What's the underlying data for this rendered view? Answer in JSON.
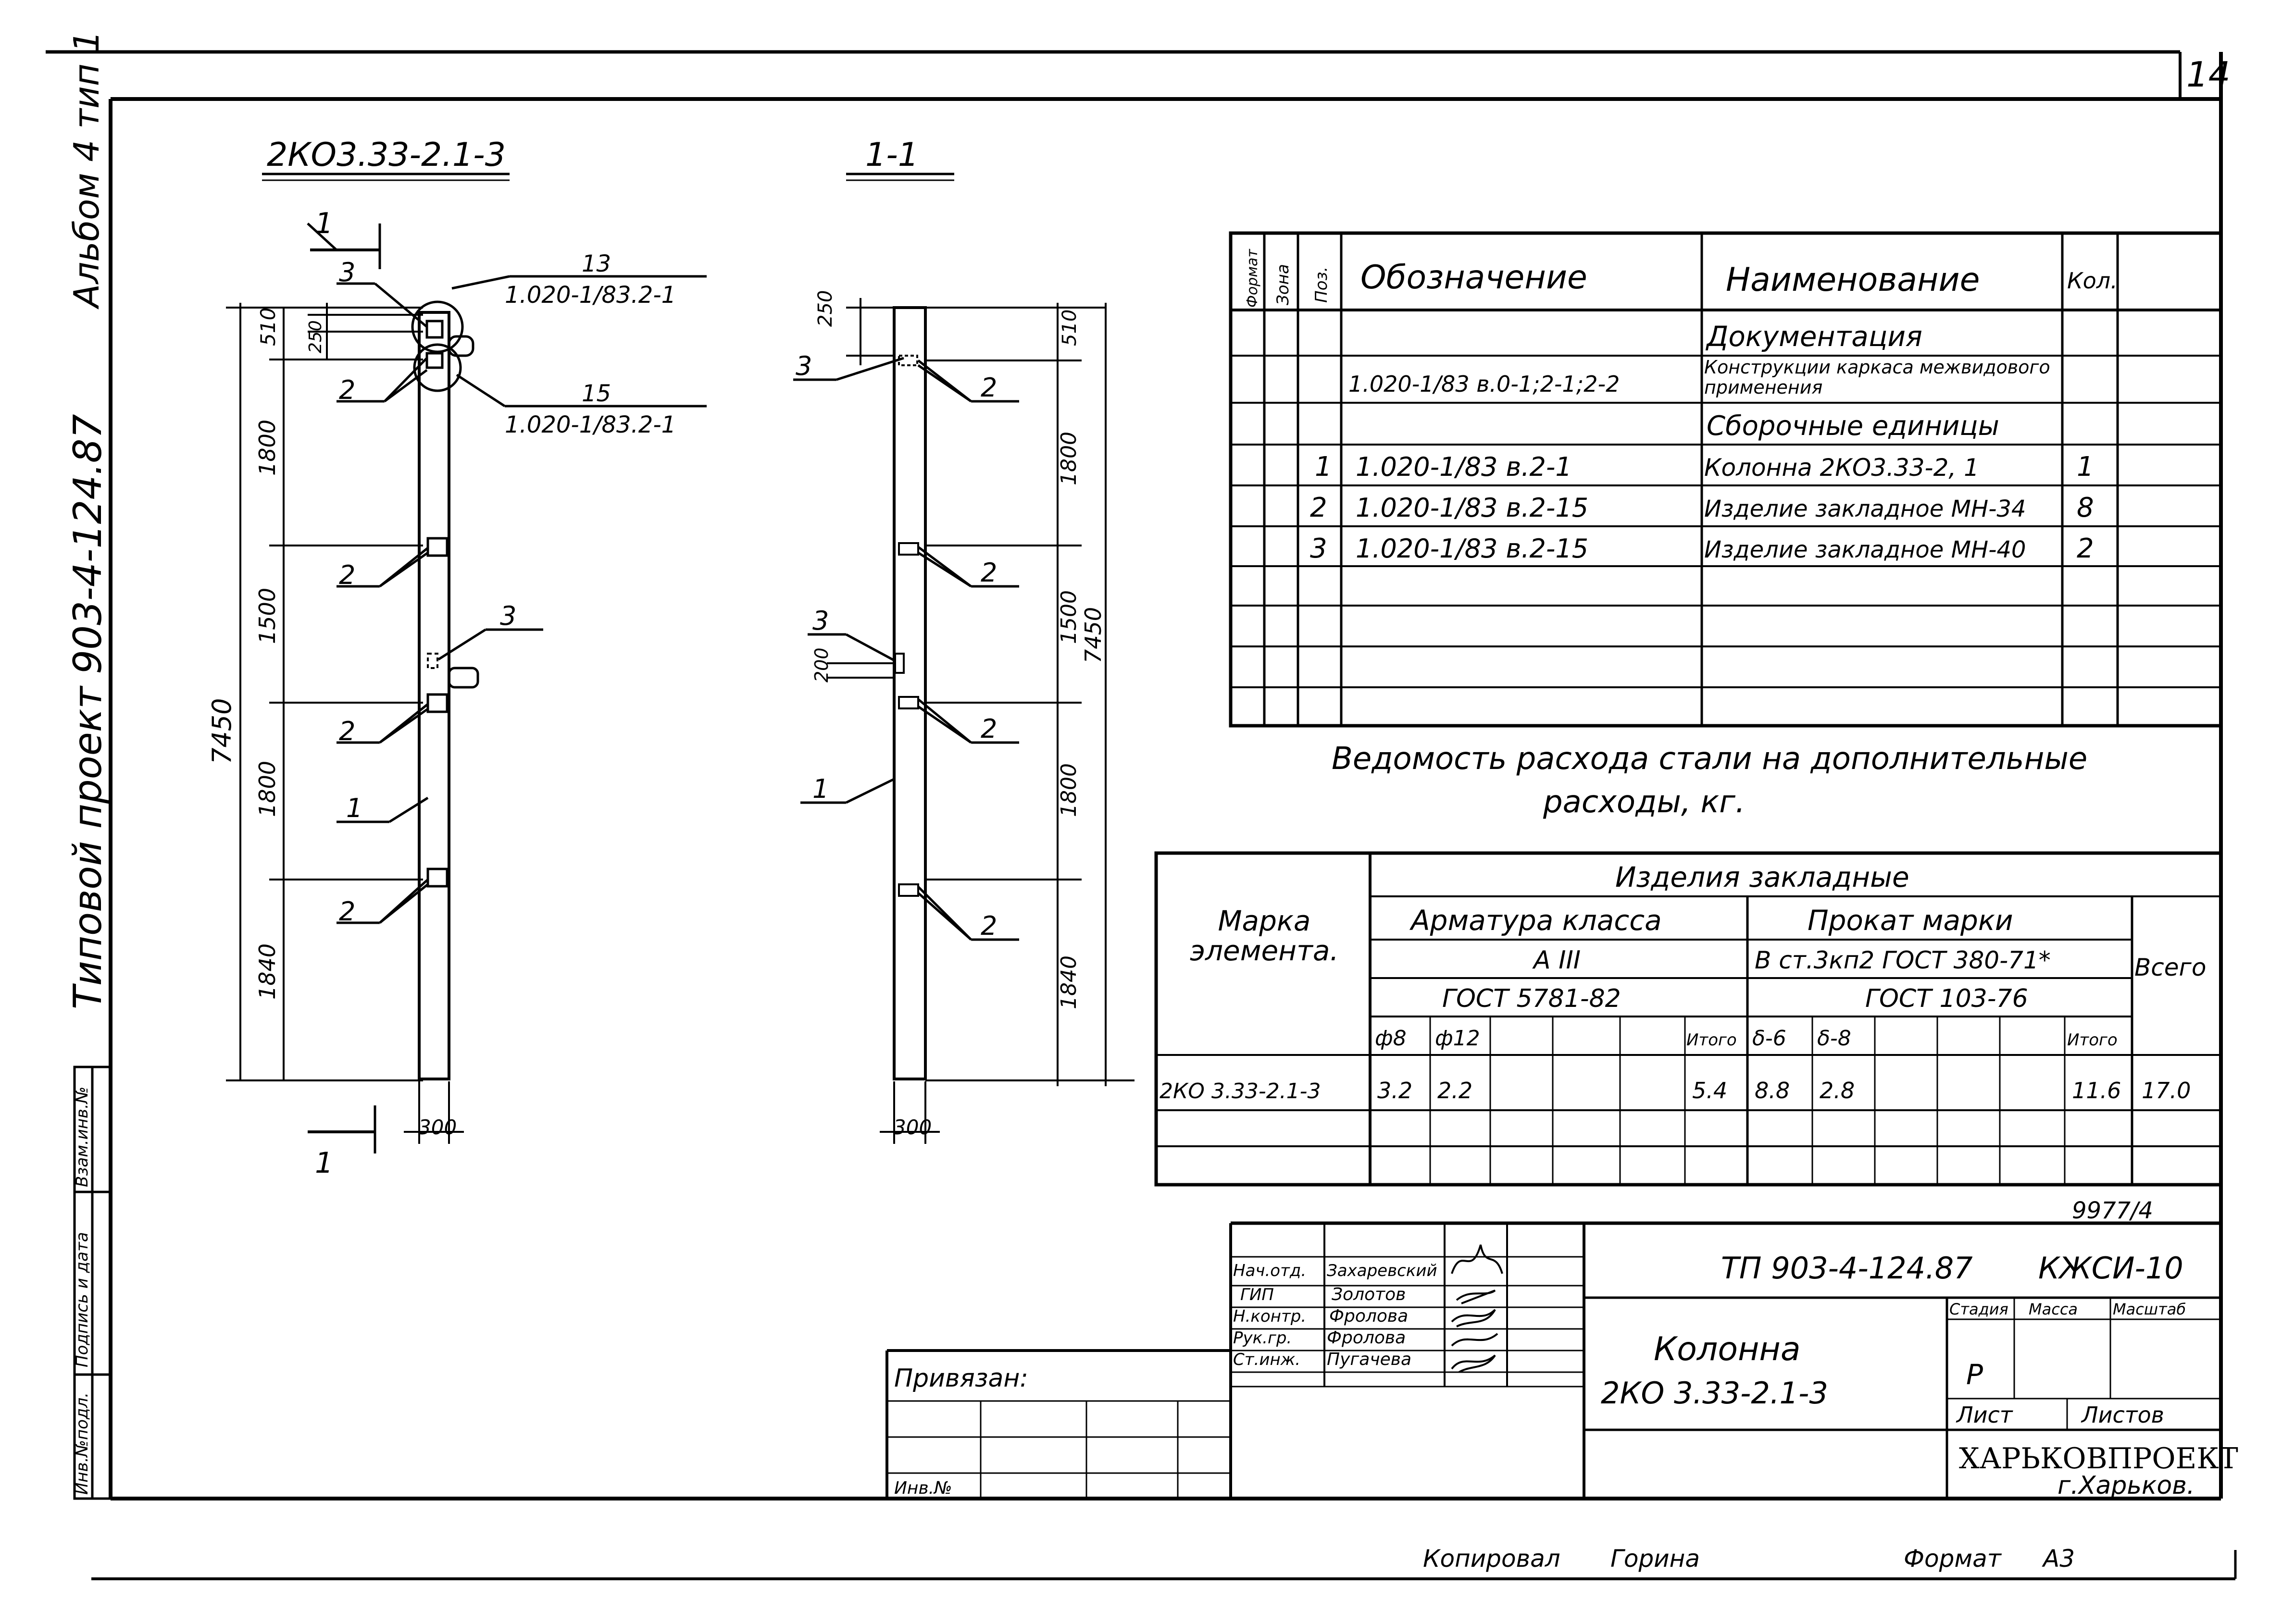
{
  "sheet": {
    "number": "14",
    "album": "Альбом 4  тип 1",
    "project_left": "Типовой проект 903-4-124.87",
    "stamp_left": [
      "Инв.№подл.",
      "Подпись и дата",
      "Взам.инв.№"
    ],
    "archive_no": "9977/4",
    "copied_label": "Копировал",
    "copied_name": "Горина",
    "format_label": "Формат",
    "format_value": "А3"
  },
  "drawing": {
    "elevation_title": "2КО3.33-2.1-3",
    "section_title": "1-1",
    "section_mark": "1",
    "total_height": "7450",
    "segments": [
      "510",
      "1800",
      "1500",
      "1800",
      "1840"
    ],
    "small_dims": [
      "250",
      "250",
      "200"
    ],
    "width": "300",
    "callouts": {
      "pos1": "1",
      "pos2": "2",
      "pos3": "3",
      "node13": "13",
      "node13_ref": "1.020-1/83.2-1",
      "node15": "15",
      "node15_ref": "1.020-1/83.2-1"
    }
  },
  "spec": {
    "headers": {
      "format": "Формат",
      "zone": "Зона",
      "pos": "Поз.",
      "designation": "Обозначение",
      "name": "Наименование",
      "qty": "Кол.",
      "note": ""
    },
    "rows": [
      {
        "pos": "",
        "designation": "",
        "name": "Документация",
        "qty": ""
      },
      {
        "pos": "",
        "designation": "1.020-1/83 в.0-1;2-1;2-2",
        "name": "Конструкции каркаса межвидового применения",
        "qty": ""
      },
      {
        "pos": "",
        "designation": "",
        "name": "Сборочные единицы",
        "qty": ""
      },
      {
        "pos": "1",
        "designation": "1.020-1/83 в.2-1",
        "name": "Колонна 2КО3.33-2, 1",
        "qty": "1"
      },
      {
        "pos": "2",
        "designation": "1.020-1/83 в.2-15",
        "name": "Изделие закладное МН-34",
        "qty": "8"
      },
      {
        "pos": "3",
        "designation": "1.020-1/83 в.2-15",
        "name": "Изделие закладное МН-40",
        "qty": "2"
      }
    ]
  },
  "steel": {
    "caption_line1": "Ведомость расхода стали на дополнительные",
    "caption_line2": "расходы, кг.",
    "mark_label": "Марка элемента.",
    "embedded_label": "Изделия закладные",
    "rebar_label": "Арматура класса",
    "rebar_class": "А III",
    "rebar_gost": "ГОСТ 5781-82",
    "rolled_label": "Прокат марки",
    "rolled_grade": "В ст.3кп2 ГОСТ 380-71*",
    "rolled_gost": "ГОСТ 103-76",
    "total_label": "Всего",
    "sub_headers": [
      "ф8",
      "ф12",
      "",
      "",
      "",
      "Итого",
      "δ-6",
      "δ-8",
      "",
      "",
      "",
      "",
      "Итого"
    ],
    "row": {
      "mark": "2КО 3.33-2.1-3",
      "values": [
        "3.2",
        "2.2",
        "",
        "",
        "",
        "5.4",
        "8.8",
        "2.8",
        "",
        "",
        "",
        "",
        "11.6"
      ],
      "total": "17.0"
    }
  },
  "title_block": {
    "project_code": "ТП 903-4-124.87",
    "sheet_code": "КЖСИ-10",
    "roles": [
      "Нач.отд.",
      "ГИП",
      "Н.контр.",
      "Рук.гр.",
      "Ст.инж."
    ],
    "names": [
      "Захаревский",
      "Золотов",
      "Фролова",
      "Фролова",
      "Пугачева"
    ],
    "element_name": "Колонна",
    "element_code": "2КО 3.33-2.1-3",
    "stage_label": "Стадия",
    "mass_label": "Масса",
    "scale_label": "Масштаб",
    "stage_value": "Р",
    "sheet_label": "Лист",
    "sheets_label": "Листов",
    "org": "ХАРЬКОВПРОЕКТ",
    "city": "г.Харьков.",
    "bound_label": "Привязан:",
    "inv_label": "Инв.№"
  }
}
